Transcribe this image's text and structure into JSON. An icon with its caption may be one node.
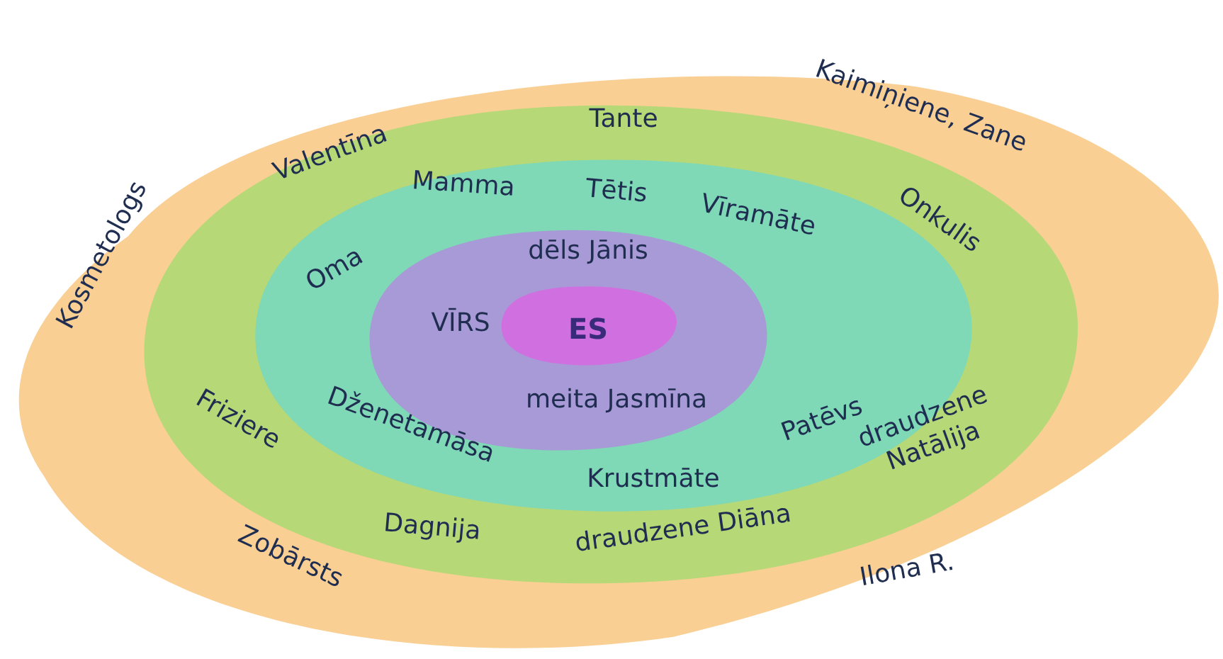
{
  "diagram": {
    "nodes": [
      {
        "text": [
          "Kaimiņiene, Zane",
          "Kosmetologs",
          "Zobārsts",
          "Ilona R."
        ]
      },
      {
        "text": [
          "Valentīna",
          "Tante",
          "Onkulis",
          "Friziere",
          "Dagnija",
          "draudzene Diāna",
          "draudzene Natālija"
        ],
        "in": 0
      },
      {
        "text": [
          "Mamma",
          "Tētis",
          "Vīramāte",
          "Oma",
          "Dženetamāsa",
          "Krustmāte",
          "Patēvs"
        ],
        "in": 1
      },
      {
        "text": [
          "dēls Jānis",
          "VĪRS",
          "meita Jasmīna"
        ],
        "in": 2
      },
      {
        "text": [
          "ES"
        ],
        "in": 3
      }
    ]
  }
}
